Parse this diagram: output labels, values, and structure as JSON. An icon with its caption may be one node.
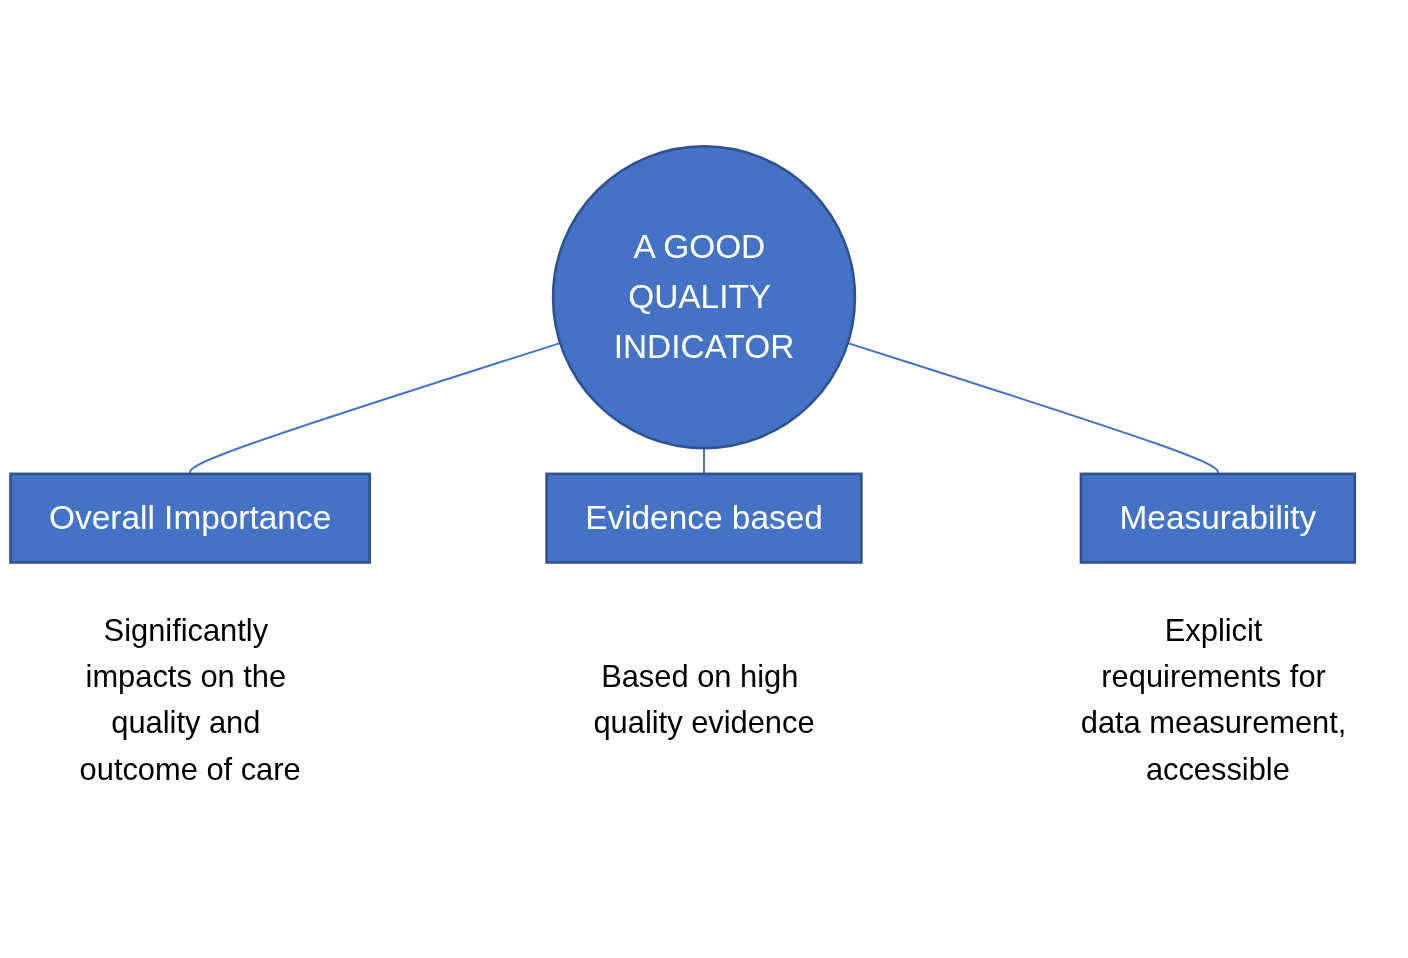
{
  "diagram": {
    "nodes": [
      {
        "text": [
          "A GOOD QUALITY INDICATOR"
        ]
      },
      {
        "text": [
          "Overall Importance"
        ],
        "beside": [
          "Significantly impacts on the quality and outcome of care"
        ]
      },
      {
        "text": [
          "Evidence based"
        ],
        "beside": [
          "Based on high quality evidence"
        ]
      },
      {
        "text": [
          "Measurability"
        ],
        "beside": [
          "Explicit requirements for data measurement, accessible"
        ]
      }
    ],
    "edges": [
      {
        "from": 0,
        "to": 1,
        "arrow": "none"
      },
      {
        "from": 0,
        "to": 2,
        "arrow": "none"
      },
      {
        "from": 0,
        "to": 3,
        "arrow": "none"
      }
    ]
  }
}
